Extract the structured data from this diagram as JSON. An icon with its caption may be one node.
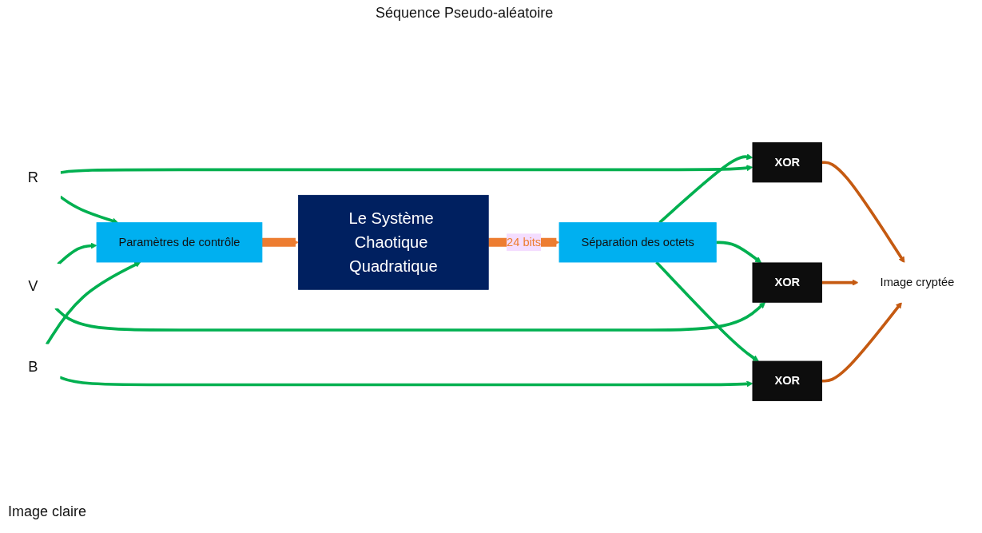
{
  "diagram": {
    "nodes": [
      {
        "text": [
          "Paramètres de contrôle"
        ]
      },
      {
        "text": [
          "Le Système Chaotique Quadratique"
        ]
      },
      {
        "text": [
          "Séparation des octets"
        ]
      },
      {
        "text": [
          "XOR"
        ]
      },
      {
        "text": [
          "XOR"
        ]
      },
      {
        "text": [
          "XOR"
        ]
      },
      {
        "text": [
          "R"
        ]
      },
      {
        "text": [
          "V"
        ]
      },
      {
        "text": [
          "B"
        ]
      },
      {
        "text": [
          "Image cryptée"
        ]
      }
    ],
    "edges": [
      {
        "from": 0,
        "to": 1,
        "arrow": "to",
        "style": "thick",
        "color": "#ed7d31"
      },
      {
        "from": 1,
        "to": 2,
        "arrow": "to",
        "label": "24 bits",
        "style": "thick",
        "color": "#ed7d31"
      },
      {
        "from": 2,
        "to": 3,
        "arrow": "to"
      },
      {
        "from": 2,
        "to": 4,
        "arrow": "to"
      },
      {
        "from": 2,
        "to": 5,
        "arrow": "to"
      },
      {
        "from": 6,
        "to": 0,
        "arrow": "to"
      },
      {
        "from": 7,
        "to": 0,
        "arrow": "to"
      },
      {
        "from": 8,
        "to": 0,
        "arrow": "to"
      },
      {
        "from": 6,
        "to": 3,
        "arrow": "to"
      },
      {
        "from": 7,
        "to": 4,
        "arrow": "to"
      },
      {
        "from": 8,
        "to": 5,
        "arrow": "to"
      },
      {
        "from": 3,
        "to": 9,
        "arrow": "to",
        "color": "#c55a11"
      },
      {
        "from": 4,
        "to": 9,
        "arrow": "to",
        "color": "#c55a11"
      },
      {
        "from": 5,
        "to": 9,
        "arrow": "to",
        "color": "#c55a11"
      }
    ],
    "labels": [
      "Séquence Pseudo-aléatoire",
      "Image claire"
    ]
  }
}
